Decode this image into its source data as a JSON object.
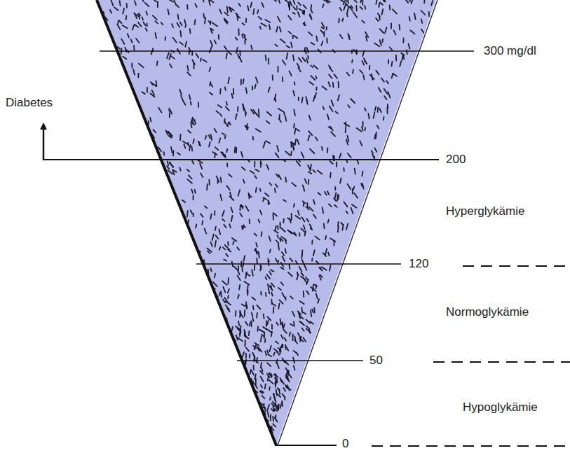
{
  "diagram": {
    "labels": [
      "300 mg/dl",
      "200",
      "120",
      "50",
      "0",
      "Diabetes",
      "Hyperglykämie",
      "Normoglykämie",
      "Hypoglykämie"
    ]
  }
}
